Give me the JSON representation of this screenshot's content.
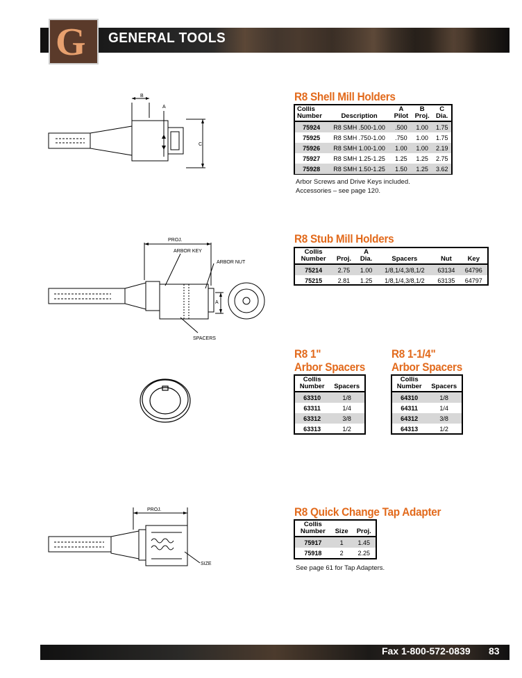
{
  "header": {
    "brand": "GENERAL TOOLS",
    "logo_letter": "G"
  },
  "footer": {
    "fax": "Fax 1-800-572-0839",
    "page": "83"
  },
  "shell": {
    "title": "R8 Shell Mill Holders",
    "headers": [
      [
        "Collis",
        "Number"
      ],
      [
        "",
        "Description"
      ],
      [
        "A",
        "Pilot"
      ],
      [
        "B",
        "Proj."
      ],
      [
        "C",
        "Dia."
      ]
    ],
    "rows": [
      [
        "75924",
        "R8 SMH .500-1.00",
        ".500",
        "1.00",
        "1.75"
      ],
      [
        "75925",
        "R8 SMH .750-1.00",
        ".750",
        "1.00",
        "1.75"
      ],
      [
        "75926",
        "R8 SMH 1.00-1.00",
        "1.00",
        "1.00",
        "2.19"
      ],
      [
        "75927",
        "R8 SMH 1.25-1.25",
        "1.25",
        "1.25",
        "2.75"
      ],
      [
        "75928",
        "R8 SMH 1.50-1.25",
        "1.50",
        "1.25",
        "3.62"
      ]
    ],
    "note1": "Arbor Screws and Drive Keys included.",
    "note2": "Accessories – see page 120.",
    "diagram": {
      "label_b": "B",
      "label_a": "A",
      "label_c": "C"
    }
  },
  "stub": {
    "title": "R8 Stub Mill Holders",
    "headers": [
      [
        "Collis",
        "Number"
      ],
      [
        "",
        "Proj."
      ],
      [
        "A",
        "Dia."
      ],
      [
        "",
        "Spacers"
      ],
      [
        "",
        "Nut"
      ],
      [
        "",
        "Key"
      ]
    ],
    "rows": [
      [
        "75214",
        "2.75",
        "1.00",
        "1/8,1/4,3/8,1/2",
        "63134",
        "64796"
      ],
      [
        "75215",
        "2.81",
        "1.25",
        "1/8,1/4,3/8,1/2",
        "63135",
        "64797"
      ]
    ],
    "diagram": {
      "proj": "PROJ.",
      "arbor_key": "ARBOR KEY",
      "arbor_nut": "ARBOR NUT",
      "a": "A",
      "spacers": "SPACERS"
    }
  },
  "spacers1": {
    "title_line1": "R8 1\"",
    "title_line2": "Arbor Spacers",
    "headers": [
      [
        "Collis",
        "Number"
      ],
      [
        "",
        "Spacers"
      ]
    ],
    "rows": [
      [
        "63310",
        "1/8"
      ],
      [
        "63311",
        "1/4"
      ],
      [
        "63312",
        "3/8"
      ],
      [
        "63313",
        "1/2"
      ]
    ]
  },
  "spacers2": {
    "title_line1": "R8 1-1/4\"",
    "title_line2": "Arbor Spacers",
    "headers": [
      [
        "Collis",
        "Number"
      ],
      [
        "",
        "Spacers"
      ]
    ],
    "rows": [
      [
        "64310",
        "1/8"
      ],
      [
        "64311",
        "1/4"
      ],
      [
        "64312",
        "3/8"
      ],
      [
        "64313",
        "1/2"
      ]
    ]
  },
  "tap": {
    "title": "R8 Quick Change Tap Adapter",
    "headers": [
      [
        "Collis",
        "Number"
      ],
      [
        "",
        "Size"
      ],
      [
        "",
        "Proj."
      ]
    ],
    "rows": [
      [
        "75917",
        "1",
        "1.45"
      ],
      [
        "75918",
        "2",
        "2.25"
      ]
    ],
    "note": "See page 61 for Tap Adapters.",
    "diagram": {
      "proj": "PROJ.",
      "size": "SIZE"
    }
  }
}
